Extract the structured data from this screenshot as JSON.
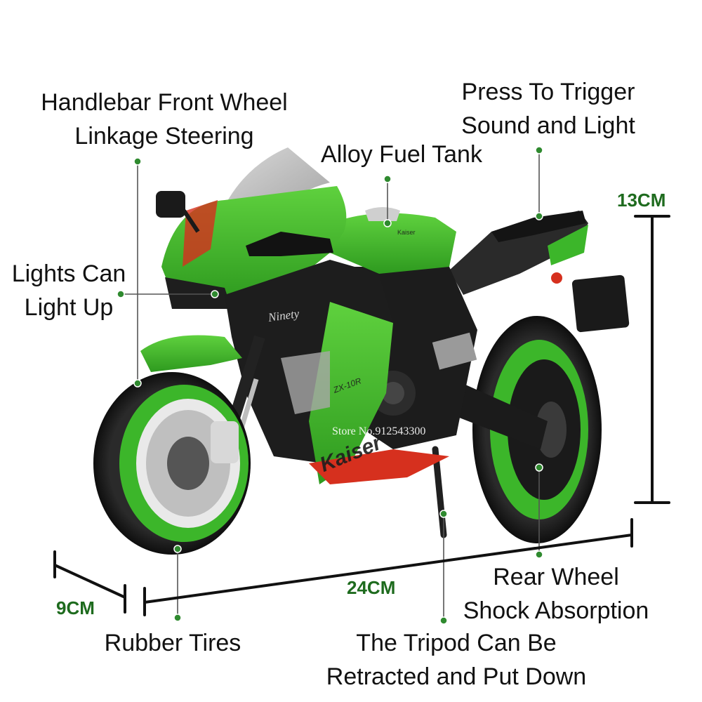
{
  "labels": {
    "handlebar": [
      "Handlebar Front Wheel",
      "Linkage Steering"
    ],
    "trigger": [
      "Press To Trigger",
      "Sound and Light"
    ],
    "fuel_tank": "Alloy Fuel Tank",
    "lights": [
      "Lights Can",
      "Light Up"
    ],
    "rear_wheel": [
      "Rear Wheel",
      "Shock Absorption"
    ],
    "rubber_tires": "Rubber Tires",
    "tripod": [
      "The Tripod Can Be",
      "Retracted and Put Down"
    ]
  },
  "dimensions": {
    "height": "13CM",
    "length": "24CM",
    "width": "9CM"
  },
  "bike": {
    "brand": "Kaiser",
    "script": "Ninety",
    "model": "ZX-10R",
    "tank_brand": "Kaiser",
    "watermark": "Store No.912543300"
  },
  "colors": {
    "body_green": "#3db828",
    "dark": "#1d1d1d",
    "red_accent": "#d6301e",
    "dimension_text": "#1e6b1e",
    "pointer": "#2f8a2f"
  }
}
